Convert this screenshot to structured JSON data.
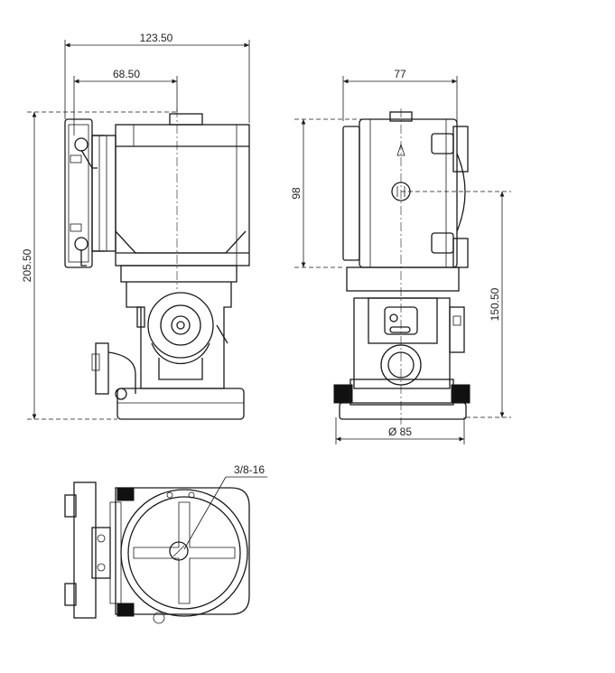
{
  "dimensions": {
    "front_width": "123.50",
    "front_offset": "68.50",
    "front_height": "205.50",
    "side_width": "77",
    "side_upper_height": "98",
    "side_lower_height": "150.50",
    "base_diameter": "Ø 85",
    "thread": "3/8-16"
  },
  "colors": {
    "line": "#1a1a1a",
    "background": "#ffffff"
  }
}
